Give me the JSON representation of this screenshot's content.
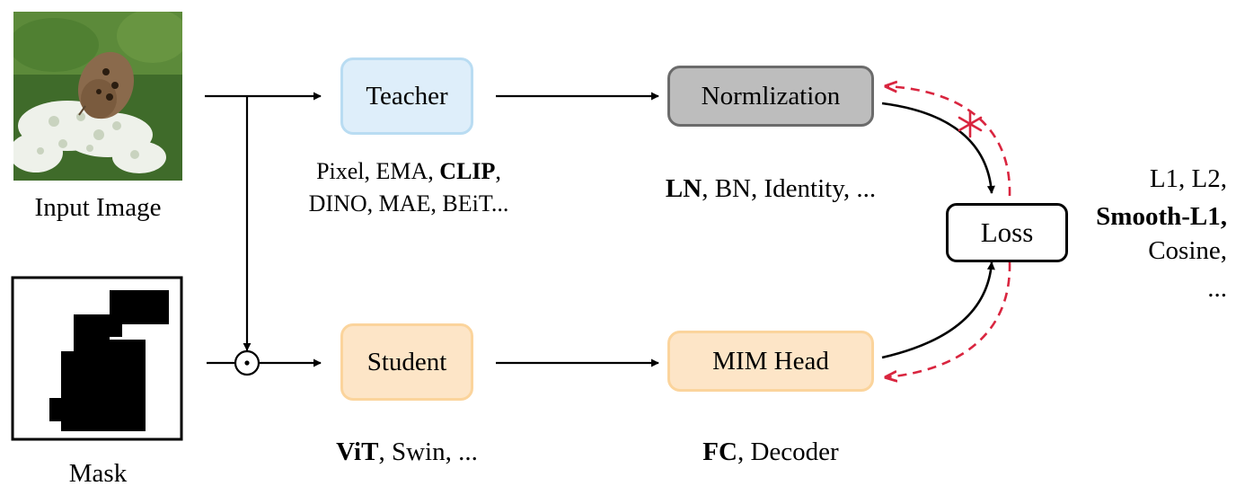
{
  "input_image": {
    "caption": "Input Image",
    "colors": {
      "background": "#3f6b2a",
      "flowers": "#f2f4ee",
      "butterfly": "#8a6a4c"
    }
  },
  "mask": {
    "caption": "Mask"
  },
  "boxes": {
    "teacher": "Teacher",
    "student": "Student",
    "normalization": "Normlization",
    "mim_head": "MIM Head",
    "loss": "Loss"
  },
  "teacher_options": {
    "line1_a": "Pixel, EMA, ",
    "line1_b": "CLIP",
    "line1_c": ",",
    "line2": "DINO, MAE, BEiT..."
  },
  "normalization_options": {
    "bold": "LN",
    "rest": ", BN, Identity, ..."
  },
  "student_options": {
    "bold": "ViT",
    "rest": ", Swin, ..."
  },
  "head_options": {
    "bold": "FC",
    "rest": ", Decoder"
  },
  "loss_options": {
    "line1": "L1, L2,",
    "line2": "Smooth-L1,",
    "line3": "Cosine,",
    "line4": "..."
  },
  "operator_symbol": "⊙",
  "colors": {
    "gradient_arrow": "#d9253f",
    "teacher_fill": "#deeefa",
    "student_fill": "#fde5c7",
    "norm_fill": "#bdbdbd"
  }
}
